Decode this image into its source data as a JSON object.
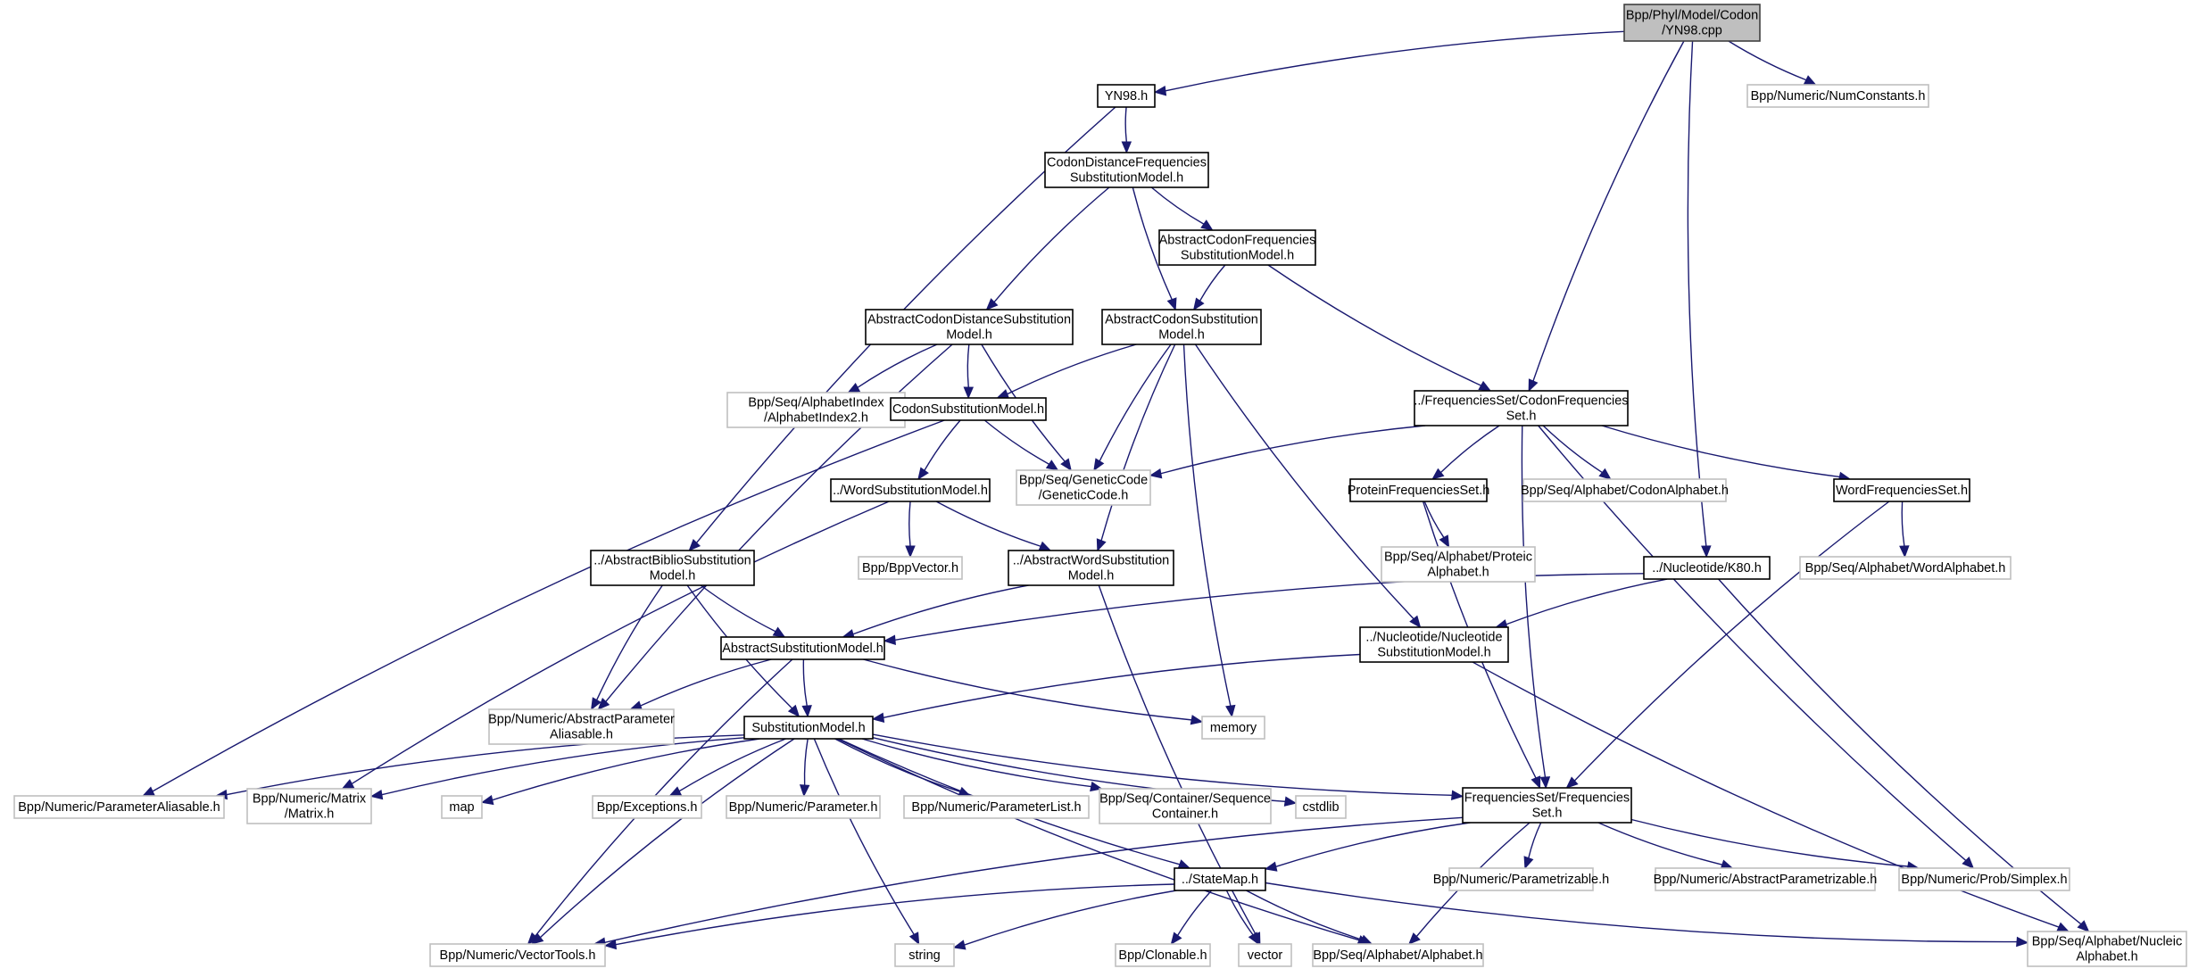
{
  "title": "Include dependency graph for Bpp/Phyl/Model/Codon/YN98.cpp",
  "colors": {
    "edge": "#191970",
    "root_fill": "#bfbfbf",
    "root_border": "#404040",
    "internal_border": "#000000",
    "external_border": "#bfbfbf",
    "node_fill": "#ffffff"
  },
  "nodes": [
    {
      "id": "root",
      "kind": "root",
      "lines": [
        "Bpp/Phyl/Model/Codon",
        "/YN98.cpp"
      ]
    },
    {
      "id": "numconstants",
      "kind": "external",
      "lines": [
        "Bpp/Numeric/NumConstants.h"
      ]
    },
    {
      "id": "yn98",
      "kind": "internal",
      "lines": [
        "YN98.h"
      ]
    },
    {
      "id": "cdfsm",
      "kind": "internal",
      "lines": [
        "CodonDistanceFrequencies",
        "SubstitutionModel.h"
      ]
    },
    {
      "id": "acfsm",
      "kind": "internal",
      "lines": [
        "AbstractCodonFrequencies",
        "SubstitutionModel.h"
      ]
    },
    {
      "id": "acdsm",
      "kind": "internal",
      "lines": [
        "AbstractCodonDistanceSubstitution",
        "Model.h"
      ]
    },
    {
      "id": "acsm",
      "kind": "internal",
      "lines": [
        "AbstractCodonSubstitution",
        "Model.h"
      ]
    },
    {
      "id": "alphindex2",
      "kind": "external",
      "lines": [
        "Bpp/Seq/AlphabetIndex",
        "/AlphabetIndex2.h"
      ]
    },
    {
      "id": "csm",
      "kind": "internal",
      "lines": [
        "CodonSubstitutionModel.h"
      ]
    },
    {
      "id": "geneticcode",
      "kind": "external",
      "lines": [
        "Bpp/Seq/GeneticCode",
        "/GeneticCode.h"
      ]
    },
    {
      "id": "codonfs",
      "kind": "internal",
      "lines": [
        "../FrequenciesSet/CodonFrequencies",
        "Set.h"
      ]
    },
    {
      "id": "proteinfs",
      "kind": "internal",
      "lines": [
        "ProteinFrequenciesSet.h"
      ]
    },
    {
      "id": "codonalpha",
      "kind": "external",
      "lines": [
        "Bpp/Seq/Alphabet/CodonAlphabet.h"
      ]
    },
    {
      "id": "wordfs",
      "kind": "internal",
      "lines": [
        "WordFrequenciesSet.h"
      ]
    },
    {
      "id": "wsm",
      "kind": "internal",
      "lines": [
        "../WordSubstitutionModel.h"
      ]
    },
    {
      "id": "bppvector",
      "kind": "external",
      "lines": [
        "Bpp/BppVector.h"
      ]
    },
    {
      "id": "awsm",
      "kind": "internal",
      "lines": [
        "../AbstractWordSubstitution",
        "Model.h"
      ]
    },
    {
      "id": "proteicalpha",
      "kind": "external",
      "lines": [
        "Bpp/Seq/Alphabet/Proteic",
        "Alphabet.h"
      ]
    },
    {
      "id": "k80",
      "kind": "internal",
      "lines": [
        "../Nucleotide/K80.h"
      ]
    },
    {
      "id": "wordalpha",
      "kind": "external",
      "lines": [
        "Bpp/Seq/Alphabet/WordAlphabet.h"
      ]
    },
    {
      "id": "absbiblio",
      "kind": "internal",
      "lines": [
        "../AbstractBiblioSubstitution",
        "Model.h"
      ]
    },
    {
      "id": "asm",
      "kind": "internal",
      "lines": [
        "AbstractSubstitutionModel.h"
      ]
    },
    {
      "id": "nsm",
      "kind": "internal",
      "lines": [
        "../Nucleotide/Nucleotide",
        "SubstitutionModel.h"
      ]
    },
    {
      "id": "apa",
      "kind": "external",
      "lines": [
        "Bpp/Numeric/AbstractParameter",
        "Aliasable.h"
      ]
    },
    {
      "id": "memory",
      "kind": "external",
      "lines": [
        "memory"
      ]
    },
    {
      "id": "sm",
      "kind": "internal",
      "lines": [
        "SubstitutionModel.h"
      ]
    },
    {
      "id": "paramaliasable",
      "kind": "external",
      "lines": [
        "Bpp/Numeric/ParameterAliasable.h"
      ]
    },
    {
      "id": "matrix",
      "kind": "external",
      "lines": [
        "Bpp/Numeric/Matrix",
        "/Matrix.h"
      ]
    },
    {
      "id": "map",
      "kind": "external",
      "lines": [
        "map"
      ]
    },
    {
      "id": "exceptions",
      "kind": "external",
      "lines": [
        "Bpp/Exceptions.h"
      ]
    },
    {
      "id": "parameter",
      "kind": "external",
      "lines": [
        "Bpp/Numeric/Parameter.h"
      ]
    },
    {
      "id": "paramlist",
      "kind": "external",
      "lines": [
        "Bpp/Numeric/ParameterList.h"
      ]
    },
    {
      "id": "seqcontainer",
      "kind": "external",
      "lines": [
        "Bpp/Seq/Container/Sequence",
        "Container.h"
      ]
    },
    {
      "id": "cstdlib",
      "kind": "external",
      "lines": [
        "cstdlib"
      ]
    },
    {
      "id": "fs",
      "kind": "internal",
      "lines": [
        "FrequenciesSet/Frequencies",
        "Set.h"
      ]
    },
    {
      "id": "statemap",
      "kind": "internal",
      "lines": [
        "../StateMap.h"
      ]
    },
    {
      "id": "parametrizable",
      "kind": "external",
      "lines": [
        "Bpp/Numeric/Parametrizable.h"
      ]
    },
    {
      "id": "absparametrizable",
      "kind": "external",
      "lines": [
        "Bpp/Numeric/AbstractParametrizable.h"
      ]
    },
    {
      "id": "simplex",
      "kind": "external",
      "lines": [
        "Bpp/Numeric/Prob/Simplex.h"
      ]
    },
    {
      "id": "vectortools",
      "kind": "external",
      "lines": [
        "Bpp/Numeric/VectorTools.h"
      ]
    },
    {
      "id": "string",
      "kind": "external",
      "lines": [
        "string"
      ]
    },
    {
      "id": "clonable",
      "kind": "external",
      "lines": [
        "Bpp/Clonable.h"
      ]
    },
    {
      "id": "vector",
      "kind": "external",
      "lines": [
        "vector"
      ]
    },
    {
      "id": "alphabet",
      "kind": "external",
      "lines": [
        "Bpp/Seq/Alphabet/Alphabet.h"
      ]
    },
    {
      "id": "nucleicalpha",
      "kind": "external",
      "lines": [
        "Bpp/Seq/Alphabet/Nucleic",
        "Alphabet.h"
      ]
    }
  ],
  "edges": [
    [
      "root",
      "yn98"
    ],
    [
      "root",
      "numconstants"
    ],
    [
      "root",
      "codonfs"
    ],
    [
      "root",
      "k80"
    ],
    [
      "yn98",
      "cdfsm"
    ],
    [
      "yn98",
      "absbiblio"
    ],
    [
      "cdfsm",
      "acdsm"
    ],
    [
      "cdfsm",
      "acsm"
    ],
    [
      "cdfsm",
      "acfsm"
    ],
    [
      "acfsm",
      "acsm"
    ],
    [
      "acfsm",
      "codonfs"
    ],
    [
      "acdsm",
      "alphindex2"
    ],
    [
      "acdsm",
      "csm"
    ],
    [
      "acdsm",
      "geneticcode"
    ],
    [
      "acdsm",
      "apa"
    ],
    [
      "acsm",
      "csm"
    ],
    [
      "acsm",
      "geneticcode"
    ],
    [
      "acsm",
      "awsm"
    ],
    [
      "acsm",
      "memory"
    ],
    [
      "acsm",
      "nsm"
    ],
    [
      "csm",
      "wsm"
    ],
    [
      "csm",
      "geneticcode"
    ],
    [
      "csm",
      "paramaliasable"
    ],
    [
      "codonfs",
      "geneticcode"
    ],
    [
      "codonfs",
      "proteinfs"
    ],
    [
      "codonfs",
      "codonalpha"
    ],
    [
      "codonfs",
      "wordfs"
    ],
    [
      "codonfs",
      "fs"
    ],
    [
      "codonfs",
      "simplex"
    ],
    [
      "proteinfs",
      "proteicalpha"
    ],
    [
      "proteinfs",
      "fs"
    ],
    [
      "wordfs",
      "wordalpha"
    ],
    [
      "wordfs",
      "fs"
    ],
    [
      "wsm",
      "bppvector"
    ],
    [
      "wsm",
      "awsm"
    ],
    [
      "wsm",
      "matrix"
    ],
    [
      "awsm",
      "asm"
    ],
    [
      "awsm",
      "vector"
    ],
    [
      "k80",
      "asm"
    ],
    [
      "k80",
      "nsm"
    ],
    [
      "k80",
      "nucleicalpha"
    ],
    [
      "absbiblio",
      "asm"
    ],
    [
      "absbiblio",
      "apa"
    ],
    [
      "absbiblio",
      "sm"
    ],
    [
      "asm",
      "apa"
    ],
    [
      "asm",
      "sm"
    ],
    [
      "asm",
      "memory"
    ],
    [
      "asm",
      "vectortools"
    ],
    [
      "nsm",
      "sm"
    ],
    [
      "nsm",
      "nucleicalpha"
    ],
    [
      "sm",
      "paramaliasable"
    ],
    [
      "sm",
      "matrix"
    ],
    [
      "sm",
      "map"
    ],
    [
      "sm",
      "exceptions"
    ],
    [
      "sm",
      "parameter"
    ],
    [
      "sm",
      "paramlist"
    ],
    [
      "sm",
      "seqcontainer"
    ],
    [
      "sm",
      "cstdlib"
    ],
    [
      "sm",
      "fs"
    ],
    [
      "sm",
      "statemap"
    ],
    [
      "sm",
      "vectortools"
    ],
    [
      "sm",
      "string"
    ],
    [
      "sm",
      "alphabet"
    ],
    [
      "fs",
      "statemap"
    ],
    [
      "fs",
      "parametrizable"
    ],
    [
      "fs",
      "absparametrizable"
    ],
    [
      "fs",
      "simplex"
    ],
    [
      "fs",
      "vectortools"
    ],
    [
      "fs",
      "alphabet"
    ],
    [
      "statemap",
      "vectortools"
    ],
    [
      "statemap",
      "string"
    ],
    [
      "statemap",
      "clonable"
    ],
    [
      "statemap",
      "vector"
    ],
    [
      "statemap",
      "alphabet"
    ],
    [
      "statemap",
      "nucleicalpha"
    ]
  ]
}
